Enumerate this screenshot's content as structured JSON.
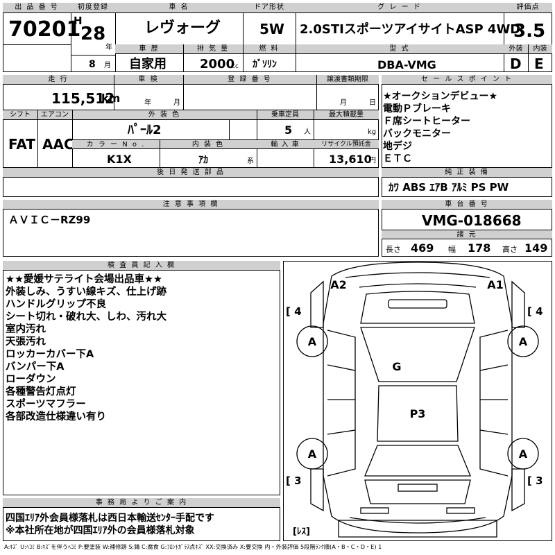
{
  "header": {
    "lot_label": "出 品 番 号",
    "lot": "70201",
    "first_reg_label": "初度登録",
    "era": "H",
    "year": "28",
    "year_unit": "年",
    "month": "8",
    "month_unit": "月",
    "car_name_label": "車 名",
    "car_name": "レヴォーグ",
    "door_label": "ドア形状",
    "door": "5W",
    "grade_label": "グ レ ー ド",
    "grade": "2.0STIスポーツアイサイトASP 4WD",
    "score_label": "評価点",
    "score": "3.5",
    "history_label": "車 歴",
    "history": "自家用",
    "displacement_label": "排 気 量",
    "displacement": "2000",
    "displacement_unit": "cc",
    "fuel_label": "燃 料",
    "fuel": "ｶﾞｿﾘﾝ",
    "model_label": "型 式",
    "model": "DBA-VMG",
    "exterior_label": "外装",
    "exterior": "D",
    "interior_label": "内装",
    "interior": "E"
  },
  "specs": {
    "mileage_label": "走 行",
    "mileage": "115,512",
    "mileage_unit": "km",
    "inspection_label": "車 検",
    "inspection_year_unit": "年",
    "inspection_month_unit": "月",
    "reg_no_label": "登 録 番 号",
    "transfer_label": "譲渡書類期限",
    "transfer_month_unit": "月",
    "transfer_day_unit": "日",
    "shift_label": "シフト",
    "shift": "FAT",
    "ac_label": "エアコン",
    "ac": "AAC",
    "color_label": "外 装 色",
    "color": "ﾊﾟｰﾙ2",
    "capacity_label": "乗車定員",
    "capacity": "5",
    "capacity_unit": "人",
    "load_label": "最大積載量",
    "load_unit": "kg",
    "color_no_label": "カ ラ ー N o .",
    "color_no": "K1X",
    "int_color_label": "内 装 色",
    "int_color": "ｱｶ",
    "int_color_unit": "系",
    "import_label": "輸 入 車",
    "recycle_label": "リサイクル預託金",
    "recycle": "13,610",
    "recycle_unit": "円",
    "later_label": "後 日 発 送 部 品"
  },
  "sales_points": {
    "label": "セ ー ル ス ポ イ ン ト",
    "items": [
      "★オークションデビュー★",
      "電動Ｐブレーキ",
      "Ｆ席シートヒーター",
      "バックモニター",
      "地デジ",
      "ＥＴＣ"
    ]
  },
  "equipment": {
    "label": "純 正 装 備",
    "items": "ｶﾜ ABS ｴｱB ｱﾙﾐ PS PW"
  },
  "notes": {
    "label": "注 意 事 項 欄",
    "text": "ＡＶＩＣ－RZ99"
  },
  "chassis": {
    "label": "車 台 番 号",
    "number": "VMG-018668",
    "dims_label": "諸 元",
    "length_label": "長さ",
    "length": "469",
    "width_label": "幅",
    "width": "178",
    "height_label": "高さ",
    "height": "149"
  },
  "inspector": {
    "label": "検 査 員 記 入 欄",
    "lines": [
      "★★愛媛サテライト会場出品車★★",
      "外装しみ、うすい線キズ、仕上げ跡",
      "ハンドルグリップ不良",
      "シート切れ・破れ大、しわ、汚れ大",
      "室内汚れ",
      "天張汚れ",
      "ロッカーカバー下A",
      "バンパー下A",
      "ローダウン",
      "各種警告灯点灯",
      "スポーツマフラー",
      "各部改造仕様違い有り"
    ]
  },
  "office": {
    "label": "事 務 局 よ り ご 案 内",
    "lines": [
      "四国ｴﾘｱ外会員様落札は西日本輸送ｾﾝﾀｰ手配です",
      "※本社所在地が四国ｴﾘｱ外の会員様落札対象"
    ]
  },
  "diagram": {
    "front_left": "A2",
    "front_right": "A1",
    "windshield": "G",
    "roof": "P3",
    "tire_marks": [
      "A",
      "A",
      "A",
      "A"
    ],
    "front_tread_left": "[ 4",
    "front_tread_right": "[ 4",
    "rear_tread_left": "[ 3",
    "rear_tread_right": "[ 3",
    "spare": "[ﾚｽ]"
  },
  "legend": "A:ｷｽﾞ U:ﾍｺﾐ B:ｷｽﾞを伴うﾍｺﾐ P:要塗装 W:補修跡 S:錆 C:腐食 G:ﾌﾛﾝﾄｶﾞﾗｽ点ｷｽﾞ XX:交換済み X:要交換 内・外装評価 5段階ﾗﾝｸ順(A・B・C・D・E) 1"
}
